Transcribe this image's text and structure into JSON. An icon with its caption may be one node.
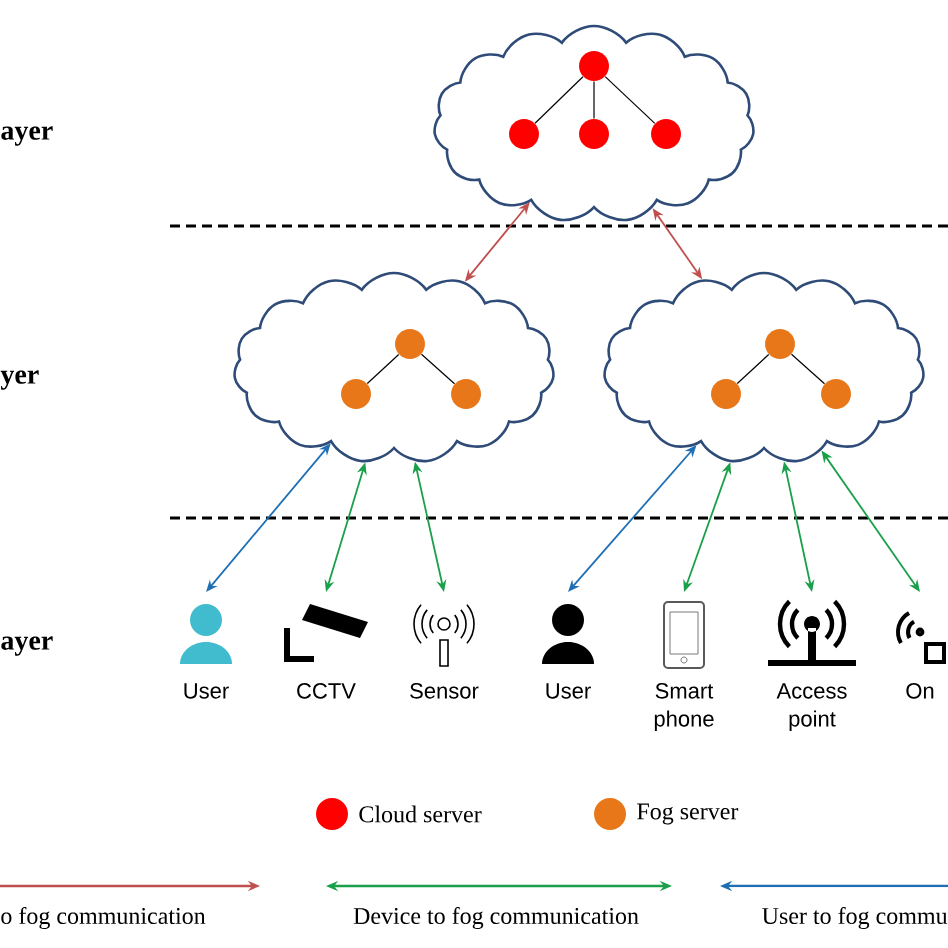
{
  "diagram": {
    "nodes": [
      {
        "text": [],
        "shape": "cloud"
      },
      {
        "text": [],
        "shape": "circle",
        "in": 0
      },
      {
        "text": [],
        "shape": "circle",
        "in": 0
      },
      {
        "text": [],
        "shape": "circle",
        "in": 0
      },
      {
        "text": [],
        "shape": "circle",
        "in": 0
      },
      {
        "text": [],
        "shape": "cloud"
      },
      {
        "text": [],
        "shape": "circle",
        "in": 5
      },
      {
        "text": [],
        "shape": "circle",
        "in": 5
      },
      {
        "text": [],
        "shape": "circle",
        "in": 5
      },
      {
        "text": [],
        "shape": "cloud"
      },
      {
        "text": [],
        "shape": "circle",
        "in": 9
      },
      {
        "text": [],
        "shape": "circle",
        "in": 9
      },
      {
        "text": [],
        "shape": "circle",
        "in": 9
      },
      {
        "text": [
          "User"
        ]
      },
      {
        "text": [
          "CCTV"
        ]
      },
      {
        "text": [
          "Sensor"
        ]
      },
      {
        "text": [
          "User"
        ]
      },
      {
        "text": [
          "Smart phone"
        ]
      },
      {
        "text": [
          "Access point"
        ]
      },
      {
        "text": [
          "On"
        ]
      }
    ],
    "edges": [
      {
        "from": 1,
        "to": 2,
        "arrow": "none"
      },
      {
        "from": 1,
        "to": 3,
        "arrow": "none"
      },
      {
        "from": 1,
        "to": 4,
        "arrow": "none"
      },
      {
        "from": 6,
        "to": 7,
        "arrow": "none"
      },
      {
        "from": 6,
        "to": 8,
        "arrow": "none"
      },
      {
        "from": 10,
        "to": 11,
        "arrow": "none"
      },
      {
        "from": 10,
        "to": 12,
        "arrow": "none"
      },
      {
        "from": 0,
        "to": 5,
        "arrow": "both",
        "color": "#c0504d"
      },
      {
        "from": 0,
        "to": 9,
        "arrow": "both",
        "color": "#c0504d"
      },
      {
        "from": 5,
        "to": 13,
        "arrow": "both",
        "color": "#1f6fb5"
      },
      {
        "from": 5,
        "to": 14,
        "arrow": "both",
        "color": "#1aa04a"
      },
      {
        "from": 5,
        "to": 15,
        "arrow": "both",
        "color": "#1aa04a"
      },
      {
        "from": 9,
        "to": 16,
        "arrow": "both",
        "color": "#1f6fb5"
      },
      {
        "from": 9,
        "to": 17,
        "arrow": "both",
        "color": "#1aa04a"
      },
      {
        "from": 9,
        "to": 18,
        "arrow": "both",
        "color": "#1aa04a"
      },
      {
        "from": 9,
        "to": 19,
        "arrow": "both",
        "color": "#1aa04a"
      }
    ],
    "labels": [
      "ayer",
      "yer",
      "ayer"
    ],
    "legend": [
      {
        "text": "Cloud server",
        "color": "#ff0000"
      },
      {
        "text": "Fog server",
        "color": "#e8771a"
      },
      {
        "text": "o fog communication"
      },
      {
        "text": "Device to fog communication"
      },
      {
        "text": "User to fog commu"
      }
    ]
  }
}
